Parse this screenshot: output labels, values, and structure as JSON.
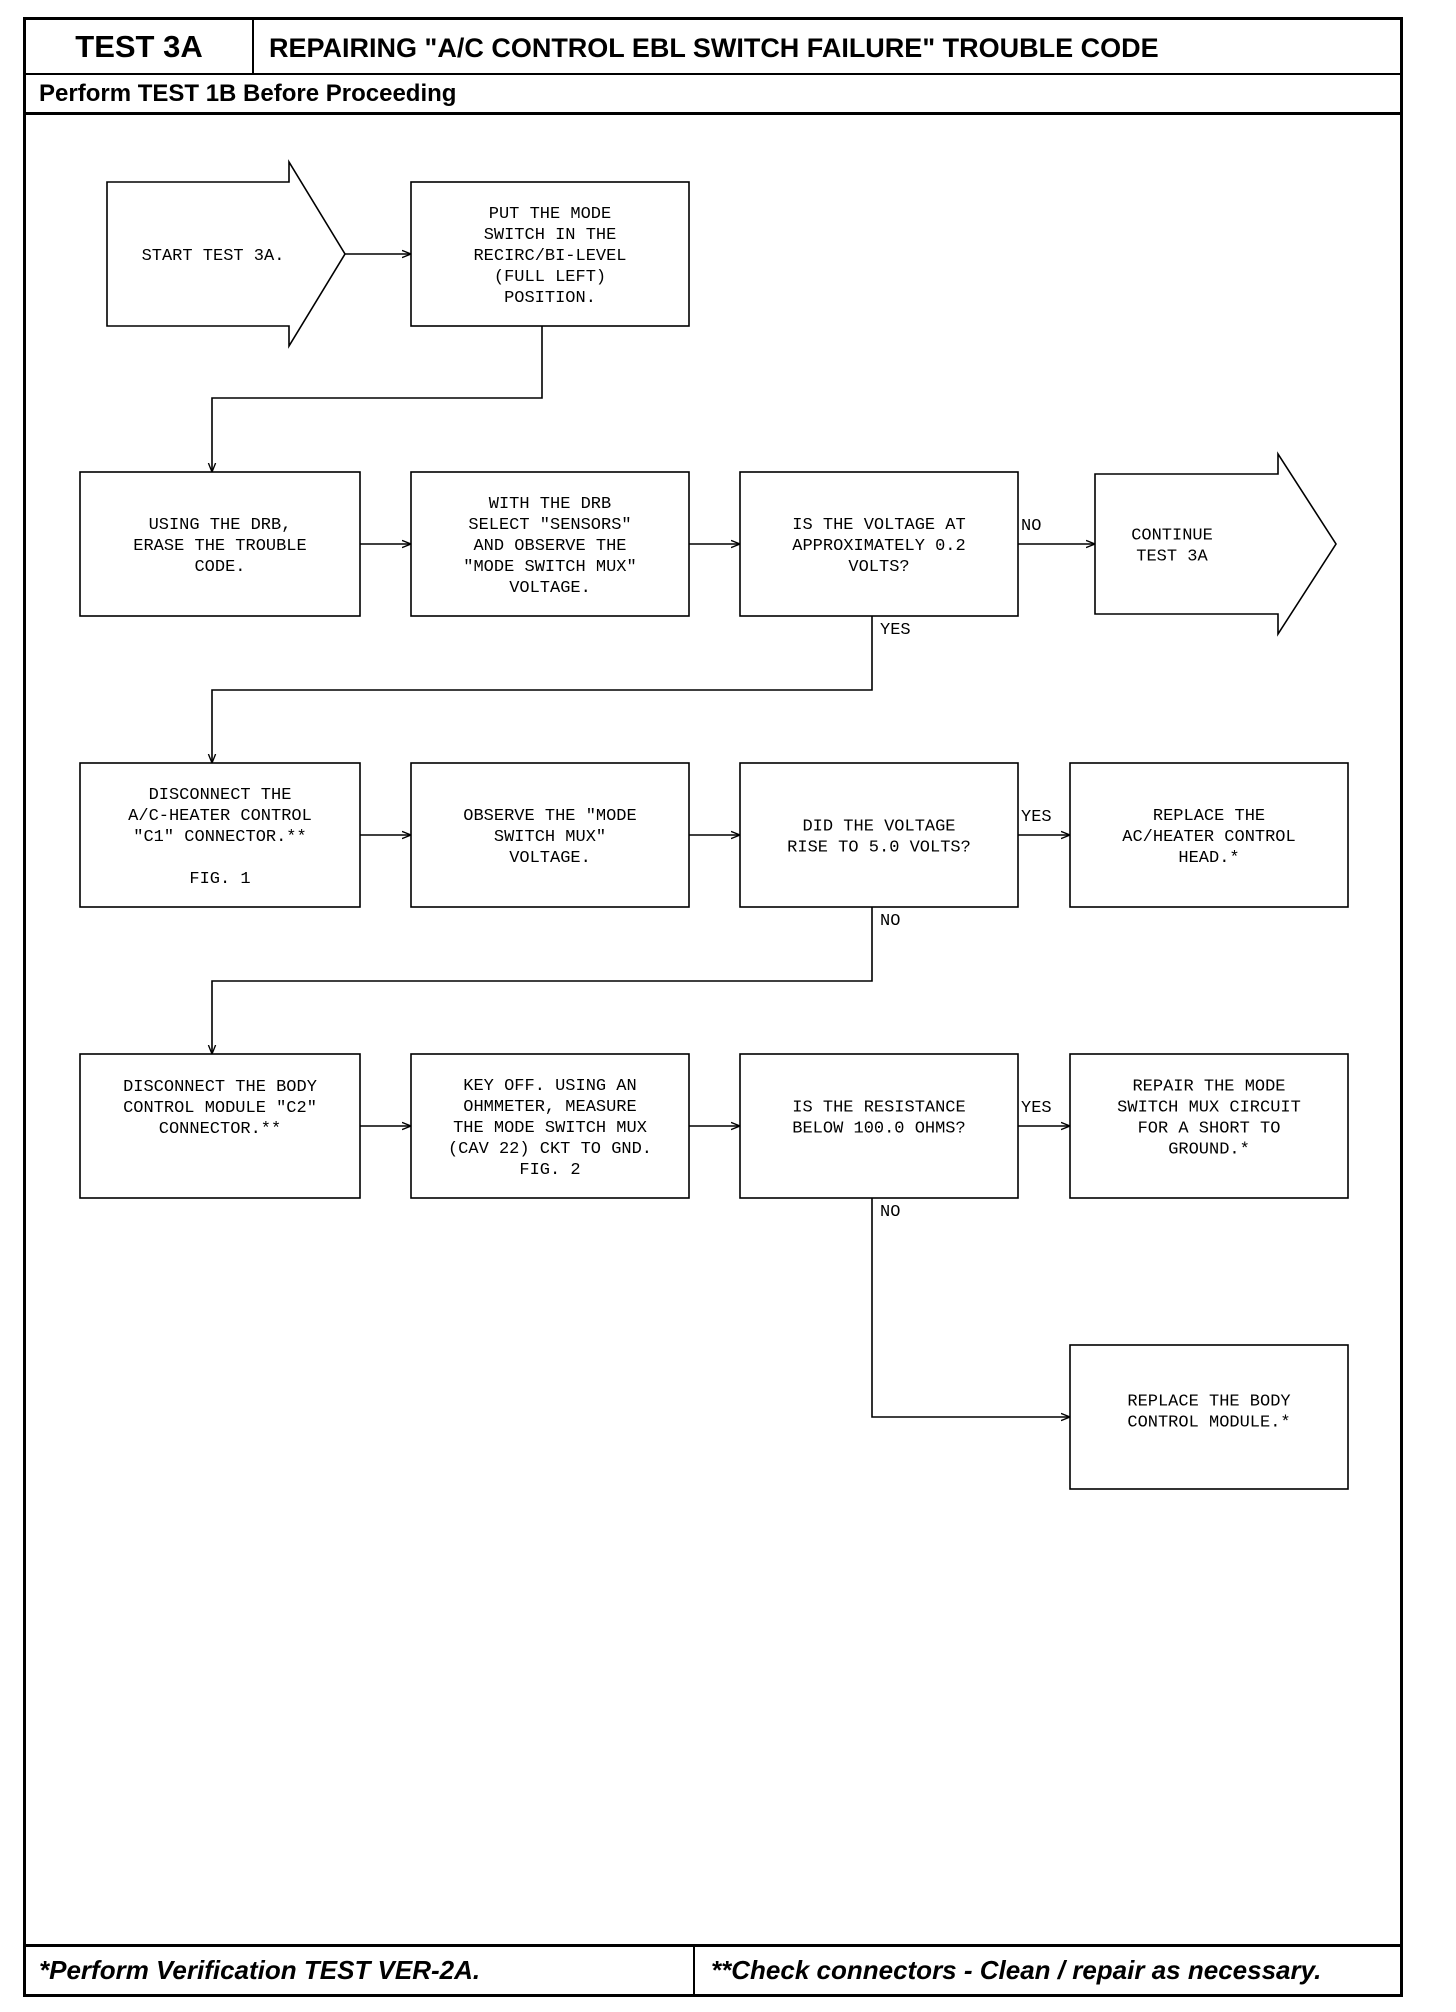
{
  "header": {
    "test_id": "TEST 3A",
    "title": "REPAIRING \"A/C CONTROL EBL SWITCH FAILURE\" TROUBLE CODE",
    "prerequisite": "Perform TEST 1B Before Proceeding"
  },
  "footer": {
    "left": "*Perform Verification TEST VER-2A.",
    "right": "**Check connectors - Clean / repair as necessary."
  },
  "nodes": {
    "start": [
      "START TEST 3A."
    ],
    "mode_switch": [
      "PUT THE MODE",
      "SWITCH IN THE",
      "RECIRC/BI-LEVEL",
      "(FULL LEFT)",
      "POSITION."
    ],
    "erase_code": [
      "USING THE DRB,",
      "ERASE THE TROUBLE",
      "CODE."
    ],
    "select_sensors": [
      "WITH THE DRB",
      "SELECT \"SENSORS\"",
      "AND OBSERVE THE",
      "\"MODE SWITCH MUX\"",
      "VOLTAGE."
    ],
    "q_voltage_02": [
      "IS THE VOLTAGE AT",
      "APPROXIMATELY 0.2",
      "VOLTS?"
    ],
    "continue": [
      "CONTINUE",
      "TEST 3A"
    ],
    "disconnect_c1": [
      "DISCONNECT THE",
      "A/C-HEATER CONTROL",
      "\"C1\" CONNECTOR.**",
      "",
      "FIG. 1"
    ],
    "observe_mux": [
      "OBSERVE THE \"MODE",
      "SWITCH MUX\"",
      "VOLTAGE."
    ],
    "q_voltage_5": [
      "DID THE VOLTAGE",
      "RISE TO 5.0 VOLTS?"
    ],
    "replace_head": [
      "REPLACE THE",
      "AC/HEATER CONTROL",
      "HEAD.*"
    ],
    "disconnect_c2": [
      "DISCONNECT THE BODY",
      "CONTROL MODULE \"C2\"",
      "CONNECTOR.**"
    ],
    "ohmmeter": [
      "KEY OFF. USING AN",
      "OHMMETER, MEASURE",
      "THE MODE SWITCH MUX",
      "(CAV 22) CKT TO GND.",
      "FIG. 2"
    ],
    "q_resistance": [
      "IS THE RESISTANCE",
      "BELOW 100.0 OHMS?"
    ],
    "repair_short": [
      "REPAIR THE MODE",
      "SWITCH MUX CIRCUIT",
      "FOR A SHORT TO",
      "GROUND.*"
    ],
    "replace_bcm": [
      "REPLACE THE BODY",
      "CONTROL MODULE.*"
    ]
  },
  "edge_labels": {
    "q1_no": "NO",
    "q1_yes": "YES",
    "q2_yes": "YES",
    "q2_no": "NO",
    "q3_yes": "YES",
    "q3_no": "NO"
  }
}
